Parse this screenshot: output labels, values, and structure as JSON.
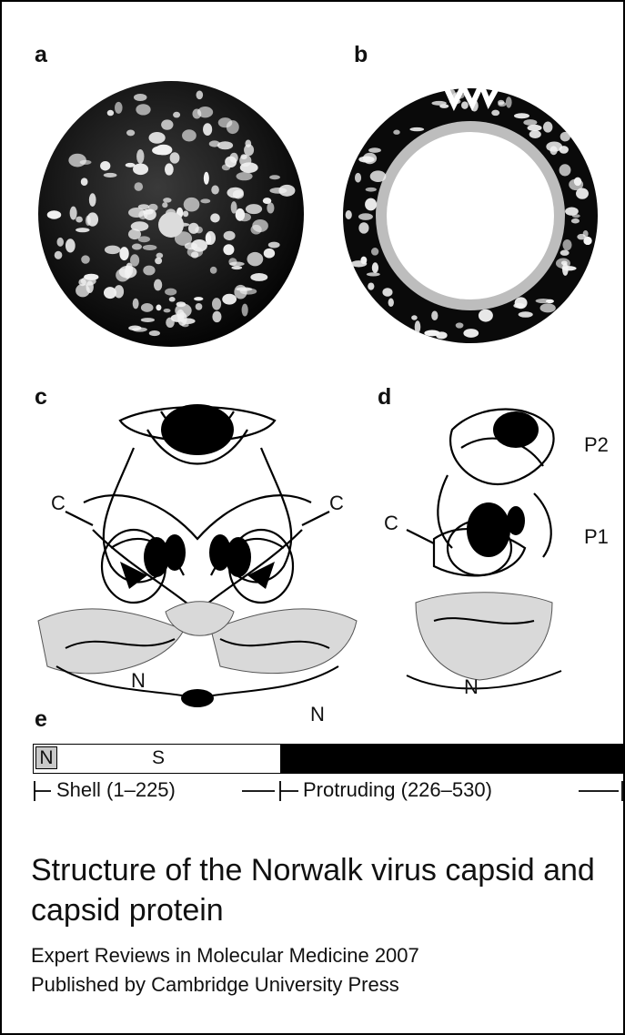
{
  "panels": {
    "a": {
      "letter": "a"
    },
    "b": {
      "letter": "b"
    },
    "c": {
      "letter": "c",
      "labels": {
        "c_left": "C",
        "c_right": "C",
        "n_left": "N",
        "n_right": "N"
      }
    },
    "d": {
      "letter": "d",
      "labels": {
        "p2": "P2",
        "p1": "P1",
        "c": "C",
        "n": "N"
      }
    },
    "e": {
      "letter": "e"
    }
  },
  "sequence_bar": {
    "n_segment": "N",
    "s_segment": "S",
    "shell_label": "Shell (1–225)",
    "protruding_label": "Protruding (226–530)",
    "colors": {
      "n_fill": "#c9c9c9",
      "shell_fill": "#ffffff",
      "protruding_fill": "#000000"
    }
  },
  "title": "Structure of the Norwalk virus capsid and capsid protein",
  "credit": {
    "line1": "Expert Reviews in Molecular Medicine 2007",
    "line2": "Published by Cambridge University Press"
  }
}
